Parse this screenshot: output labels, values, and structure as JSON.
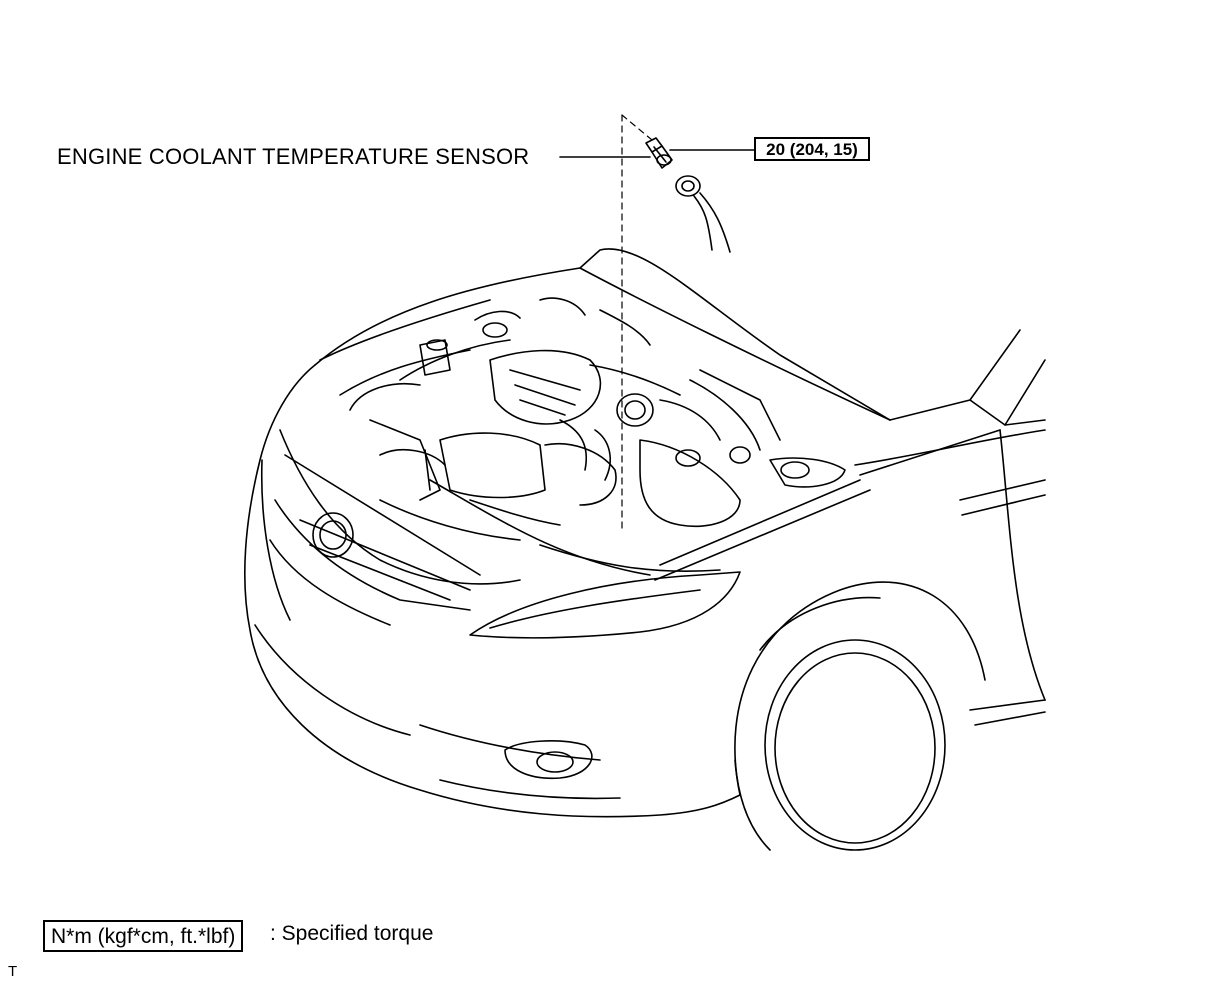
{
  "callouts": {
    "part_label": "ENGINE COOLANT TEMPERATURE SENSOR",
    "torque_value": "20 (204, 15)"
  },
  "legend": {
    "unit_box": "N*m (kgf*cm, ft.*lbf)",
    "description": ": Specified torque"
  },
  "corner_mark": "T",
  "icons": {
    "vehicle": "vehicle-front-illustration-icon",
    "sensor": "coolant-sensor-icon",
    "connector": "wire-connector-icon"
  }
}
